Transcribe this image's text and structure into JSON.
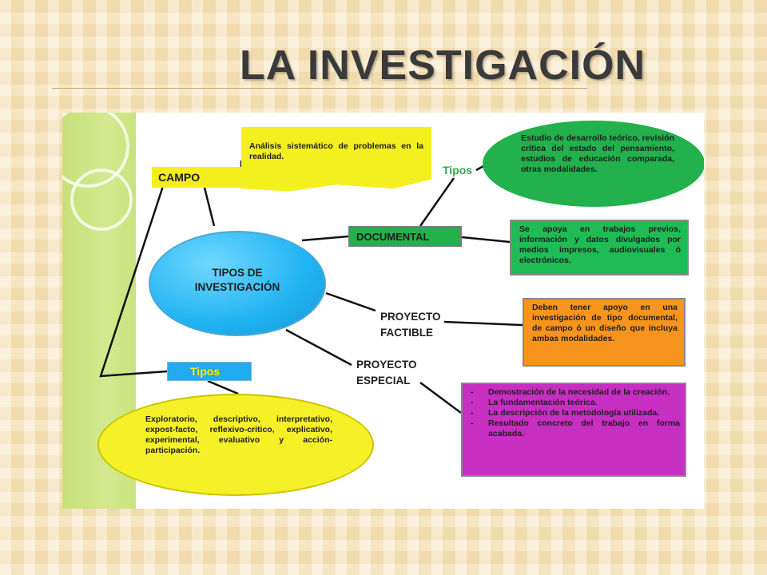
{
  "slide": {
    "title": "LA INVESTIGACIÓN"
  },
  "diagram": {
    "center": {
      "line1": "TIPOS DE",
      "line2": "INVESTIGACIÓN"
    },
    "campo": {
      "label": "CAMPO",
      "description": "Análisis sistemático de problemas en la realidad."
    },
    "documental": {
      "label": "DOCUMENTAL",
      "tipos_label": "Tipos",
      "tipos_text": "Estudio de desarrollo teórico, revisión crítica del estado del pensamiento, estudios de educación comparada, otras modalidades.",
      "description": "Se apoya en trabajos previos, información y datos divulgados por medios impresos, audiovisuales ó electrónicos."
    },
    "proyecto_factible": {
      "line1": "PROYECTO",
      "line2": "FACTIBLE",
      "description": "Deben tener apoyo en una investigación de tipo documental, de campo ó un diseño que incluya ambas modalidades."
    },
    "proyecto_especial": {
      "line1": "PROYECTO",
      "line2": "ESPECIAL",
      "items": [
        "Demostración de la necesidad de la creación.",
        "La fundamentación teórica.",
        "La descripción de la metodología utilizada.",
        "Resultado concreto del trabajo en forma acabada."
      ]
    },
    "tipos_bottom": {
      "label": "Tipos",
      "description": "Exploratorio, descriptivo, interpretativo, expost-facto, reflexivo-critico, explicativo, experimental, evaluativo y acción-participación."
    }
  },
  "colors": {
    "yellow": "#f3ee1c",
    "green": "#22b14c",
    "blue": "#20b3f2",
    "orange": "#f7941d",
    "magenta": "#c72ec2"
  }
}
